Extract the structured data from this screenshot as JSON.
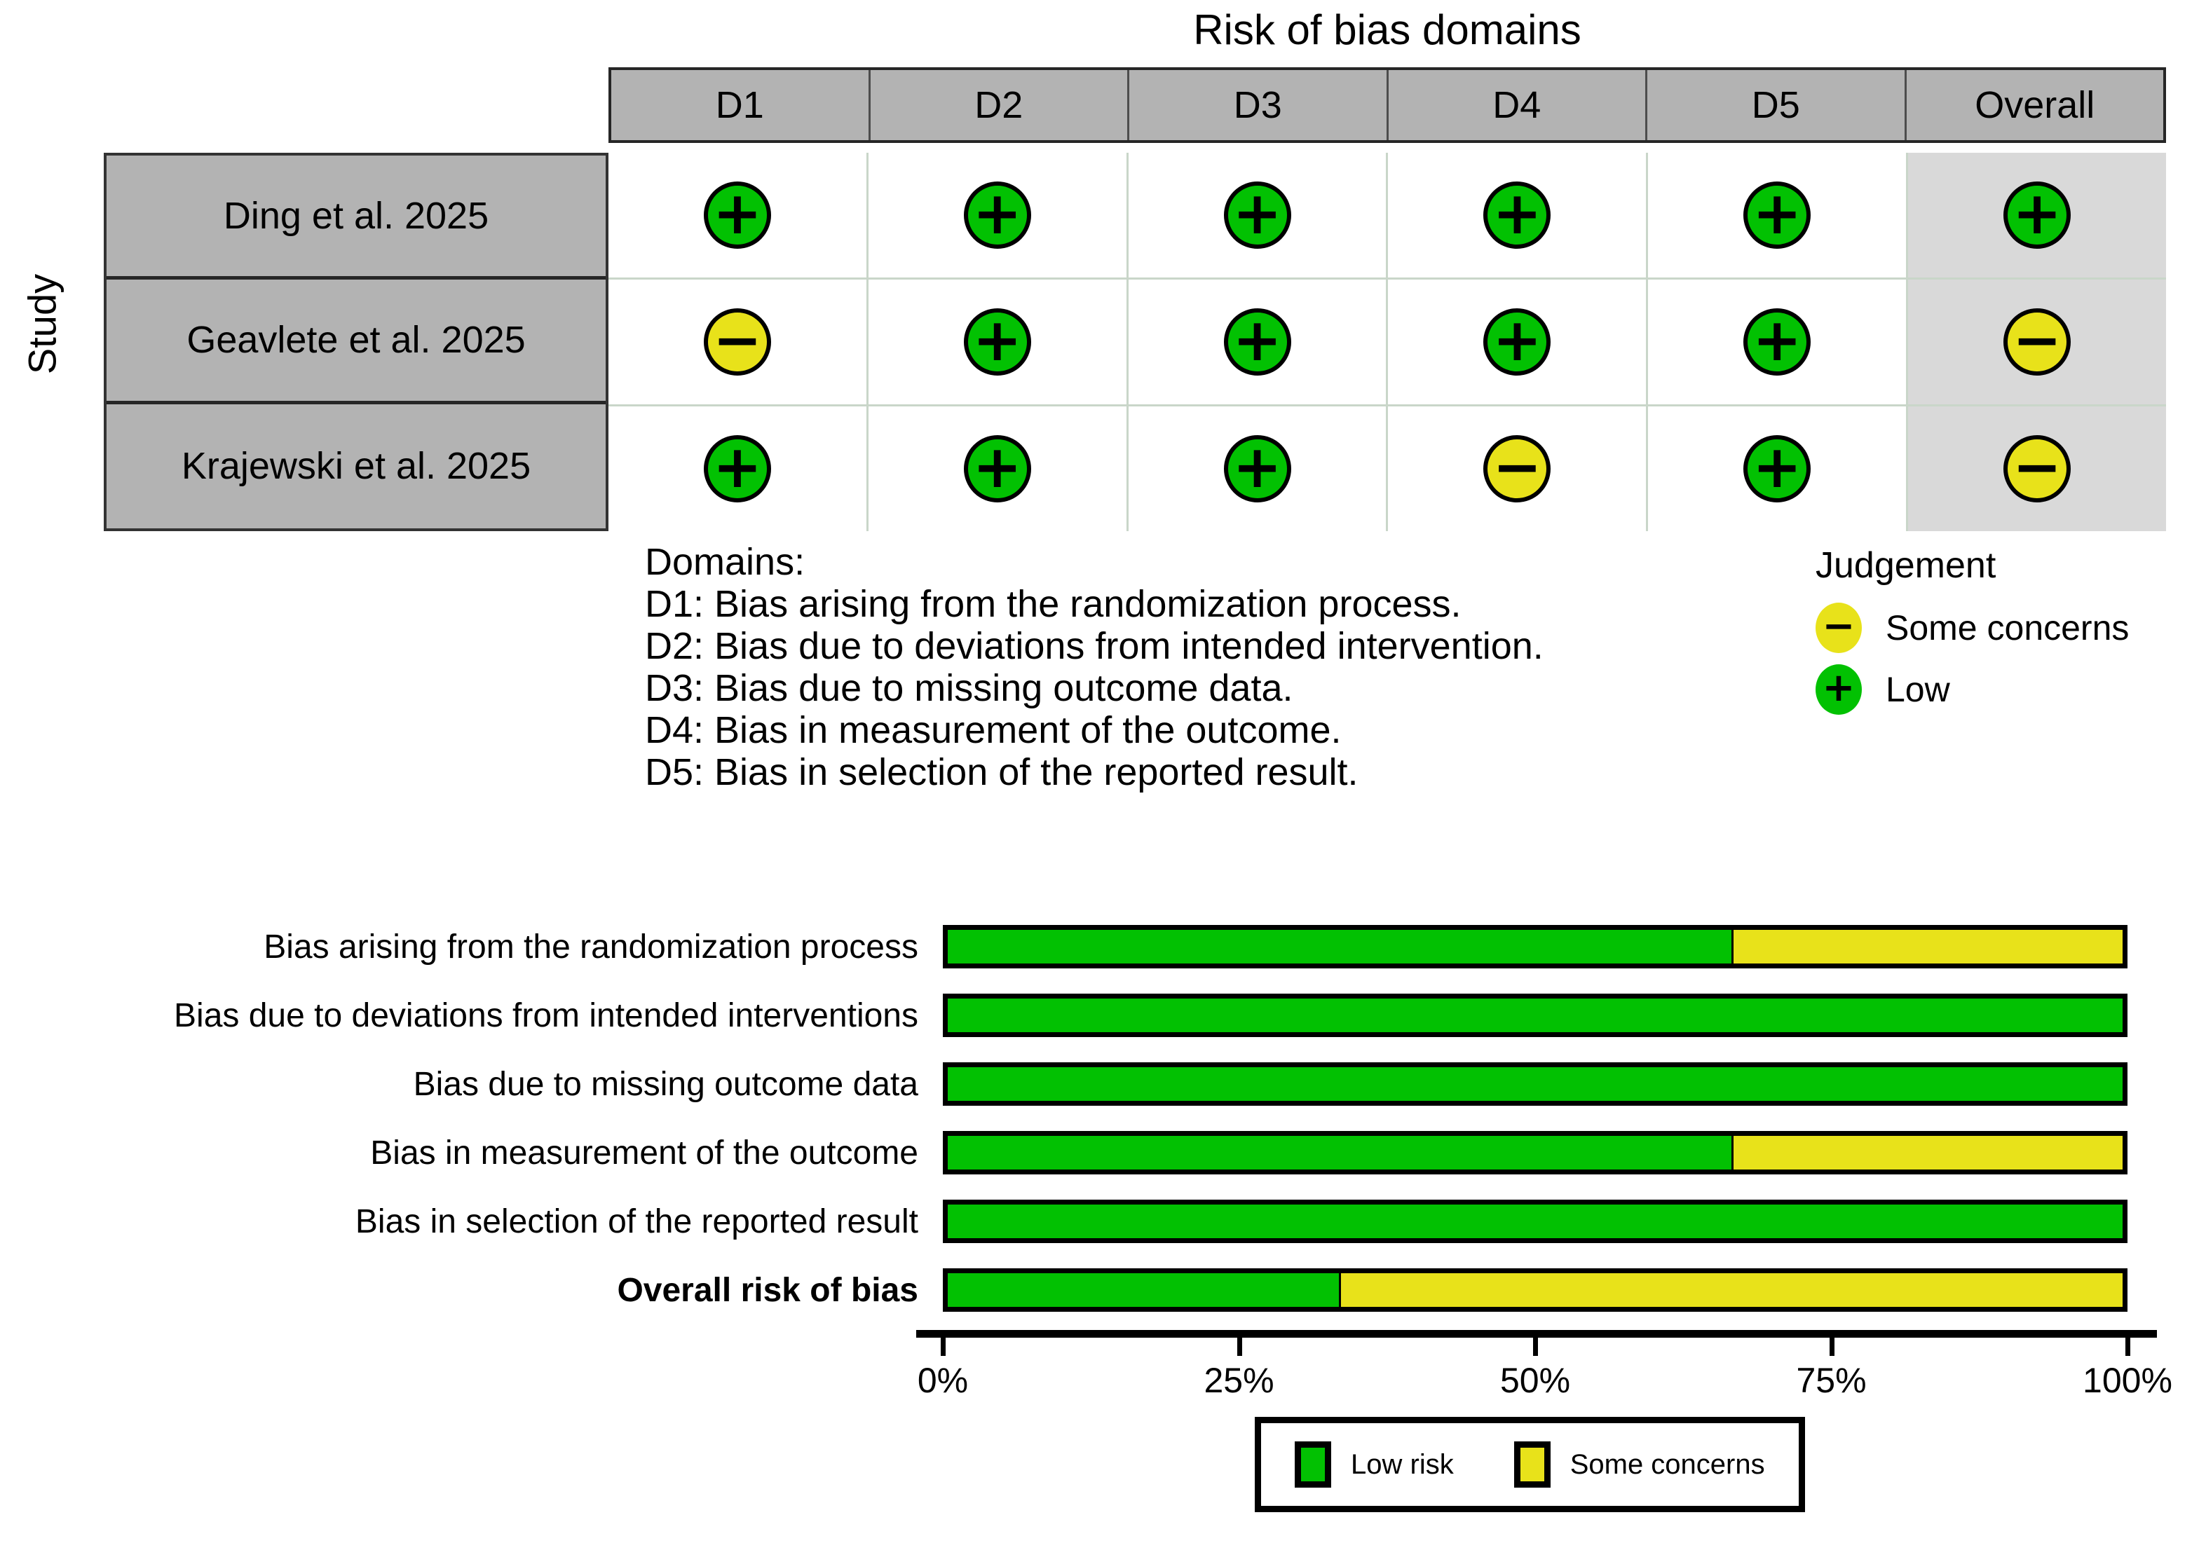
{
  "traffic_light": {
    "title": "Risk of bias domains",
    "y_axis_label": "Study",
    "columns": [
      "D1",
      "D2",
      "D3",
      "D4",
      "D5",
      "Overall"
    ],
    "studies": [
      "Ding et al. 2025",
      "Geavlete et al. 2025",
      "Krajewski et al. 2025"
    ],
    "judgements": [
      [
        "low",
        "low",
        "low",
        "low",
        "low",
        "low"
      ],
      [
        "some",
        "low",
        "low",
        "low",
        "low",
        "some"
      ],
      [
        "low",
        "low",
        "low",
        "some",
        "low",
        "some"
      ]
    ],
    "symbols": {
      "low": "+",
      "some": "−"
    },
    "colors": {
      "low": "#02c102",
      "some": "#e8e21a",
      "header": "#b3b3b3",
      "overall_cell": "#d9d9d9"
    },
    "domain_key": [
      "Domains:",
      "D1: Bias arising from the randomization process.",
      "D2: Bias due to deviations from intended intervention.",
      "D3: Bias due to missing outcome data.",
      "D4: Bias in measurement of the outcome.",
      "D5: Bias in selection of the reported result."
    ],
    "judgement_legend": {
      "title": "Judgement",
      "items": [
        {
          "key": "some",
          "symbol": "−",
          "label": "Some concerns"
        },
        {
          "key": "low",
          "symbol": "+",
          "label": "Low"
        }
      ]
    }
  },
  "chart_data": {
    "type": "bar",
    "title": "",
    "xlabel": "",
    "ylabel": "",
    "orientation": "horizontal",
    "stacked": true,
    "percent": true,
    "xlim": [
      0,
      100
    ],
    "xticks": [
      0,
      25,
      50,
      75,
      100
    ],
    "xticklabels": [
      "0%",
      "25%",
      "50%",
      "75%",
      "100%"
    ],
    "grid": false,
    "legend_position": "bottom",
    "categories": [
      "Bias arising from the randomization process",
      "Bias due to deviations from intended interventions",
      "Bias due to missing outcome data",
      "Bias in measurement of the outcome",
      "Bias in selection of the reported result",
      "Overall risk of bias"
    ],
    "bold_categories": [
      "Overall risk of bias"
    ],
    "series": [
      {
        "name": "Low risk",
        "color": "#02c102",
        "values": [
          66.7,
          100,
          100,
          66.7,
          100,
          33.3
        ]
      },
      {
        "name": "Some concerns",
        "color": "#e8e21a",
        "values": [
          33.3,
          0,
          0,
          33.3,
          0,
          66.7
        ]
      }
    ],
    "legend": [
      {
        "label": "Low risk",
        "color": "#02c102"
      },
      {
        "label": "Some concerns",
        "color": "#e8e21a"
      }
    ]
  }
}
